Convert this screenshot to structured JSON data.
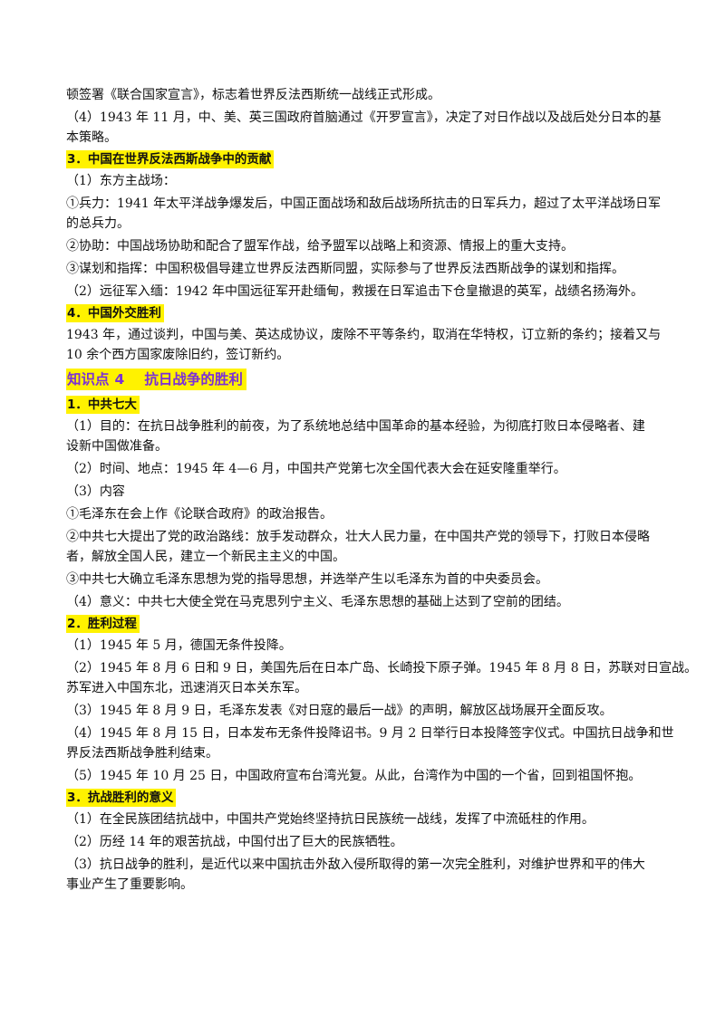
{
  "content": {
    "p0": "顿签署《联合国家宣言》，标志着世界反法西斯统一战线正式形成。",
    "p1a": "（4）1943 年 11 月，中、美、英三国政府首脑通过《开罗宣言》，决定了对日作战以及战后处分日本的基",
    "p1b": "本策略。",
    "h3": "3．中国在世界反法西斯战争中的贡献",
    "p2": "（1）东方主战场：",
    "p3a": "①兵力：1941 年太平洋战争爆发后，中国正面战场和敌后战场所抗击的日军兵力，超过了太平洋战场日军",
    "p3b": "的总兵力。",
    "p4": "②协助：中国战场协助和配合了盟军作战，给予盟军以战略上和资源、情报上的重大支持。",
    "p5": "③谋划和指挥：中国积极倡导建立世界反法西斯同盟，实际参与了世界反法西斯战争的谋划和指挥。",
    "p6": "（2）远征军入缅：1942 年中国远征军开赴缅甸，救援在日军追击下仓皇撤退的英军，战绩名扬海外。",
    "h4": "4．中国外交胜利",
    "p7a": "1943 年，通过谈判，中国与美、英达成协议，废除不平等条约，取消在华特权，订立新的条约；接着又与",
    "p7b": "10 余个西方国家废除旧约，签订新约。",
    "kp_label": "知识点",
    "kp_num": "4",
    "kp_title": "抗日战争的胜利",
    "s1": "1．中共七大",
    "q1a": "（1）目的：在抗日战争胜利的前夜，为了系统地总结中国革命的基本经验，为彻底打败日本侵略者、建",
    "q1b": "设新中国做准备。",
    "q2": "（2）时间、地点：1945 年 4—6 月，中国共产党第七次全国代表大会在延安隆重举行。",
    "q3": "（3）内容",
    "q4": "①毛泽东在会上作《论联合政府》的政治报告。",
    "q5a": "②中共七大提出了党的政治路线：放手发动群众，壮大人民力量，在中国共产党的领导下，打败日本侵略",
    "q5b": "者，解放全国人民，建立一个新民主主义的中国。",
    "q6": "③中共七大确立毛泽东思想为党的指导思想，并选举产生以毛泽东为首的中央委员会。",
    "q7": "（4）意义：中共七大使全党在马克思列宁主义、毛泽东思想的基础上达到了空前的团结。",
    "s2": "2．胜利过程",
    "r1": "（1）1945 年 5 月，德国无条件投降。",
    "r2a": "（2）1945 年 8 月 6 日和 9 日，美国先后在日本广岛、长崎投下原子弹。1945 年 8 月 8 日，苏联对日宣战。",
    "r2b": "苏军进入中国东北，迅速消灭日本关东军。",
    "r3": "（3）1945 年 8 月 9 日，毛泽东发表《对日寇的最后一战》的声明，解放区战场展开全面反攻。",
    "r4a": "（4）1945 年 8 月 15 日，日本发布无条件投降诏书。9 月 2 日举行日本投降签字仪式。中国抗日战争和世",
    "r4b": "界反法西斯战争胜利结束。",
    "r5": "（5）1945 年 10 月 25 日，中国政府宣布台湾光复。从此，台湾作为中国的一个省，回到祖国怀抱。",
    "s3": "3．抗战胜利的意义",
    "t1": "（1）在全民族团结抗战中，中国共产党始终坚持抗日民族统一战线，发挥了中流砥柱的作用。",
    "t2": "（2）历经 14 年的艰苦抗战，中国付出了巨大的民族牺牲。",
    "t3a": "（3）抗日战争的胜利，是近代以来中国抗击外敌入侵所取得的第一次完全胜利，对维护世界和平的伟大",
    "t3b": "事业产生了重要影响。"
  },
  "colors": {
    "highlight": "#fff200",
    "knowledge_point_text": "#7a2fd8"
  }
}
